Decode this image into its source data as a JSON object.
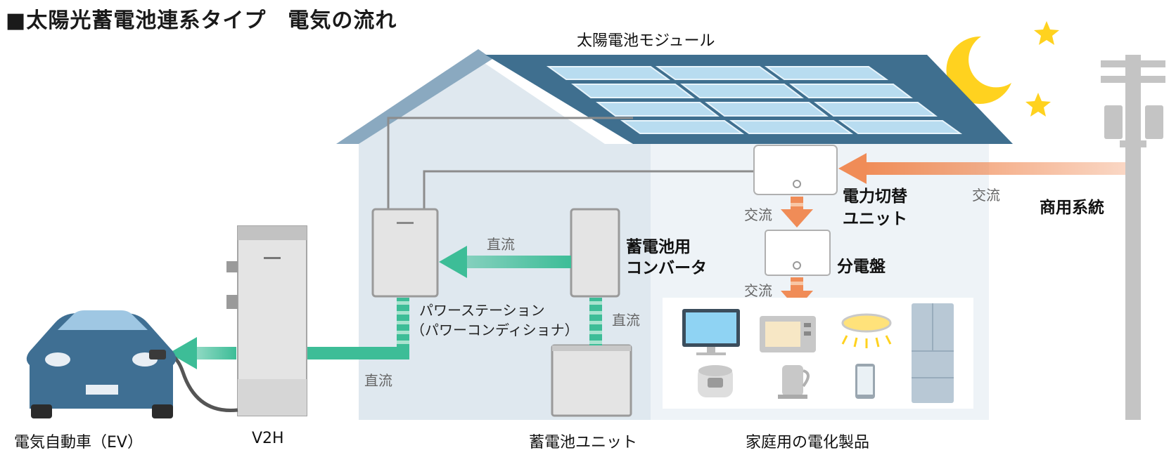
{
  "title": "■太陽光蓄電池連系タイプ　電気の流れ",
  "labels": {
    "solar_module": "太陽電池モジュール",
    "switch_unit_line1": "電力切替",
    "switch_unit_line2": "ユニット",
    "commercial_grid": "商用系統",
    "distribution_board": "分電盤",
    "battery_converter_line1": "蓄電池用",
    "battery_converter_line2": "コンバータ",
    "power_station_line1": "パワーステーション",
    "power_station_line2": "（パワーコンディショナ）",
    "ev": "電気自動車（EV）",
    "v2h": "V2H",
    "battery_unit": "蓄電池ユニット",
    "home_appliances": "家庭用の電化製品"
  },
  "flows": {
    "ac_grid": "交流",
    "ac_switch_to_board": "交流",
    "ac_board_to_appliances": "交流",
    "dc_converter_to_station": "直流",
    "dc_battery_to_converter": "直流",
    "dc_station_to_ev": "直流"
  },
  "colors": {
    "ac_arrow": "#f08c57",
    "dc_arrow": "#3dbd97",
    "house_wall": "#dfe8ef",
    "roof": "#3f6f8f",
    "solar_panel": "#b8dcf0",
    "car": "#3f6f93",
    "moon_star": "#ffd21f"
  },
  "icons": [
    "moon-icon",
    "star-icon",
    "utility-pole-icon",
    "tv-icon",
    "microwave-icon",
    "ceiling-light-icon",
    "refrigerator-icon",
    "rice-cooker-icon",
    "kettle-icon",
    "smartphone-icon",
    "car-icon",
    "charger-icon"
  ]
}
